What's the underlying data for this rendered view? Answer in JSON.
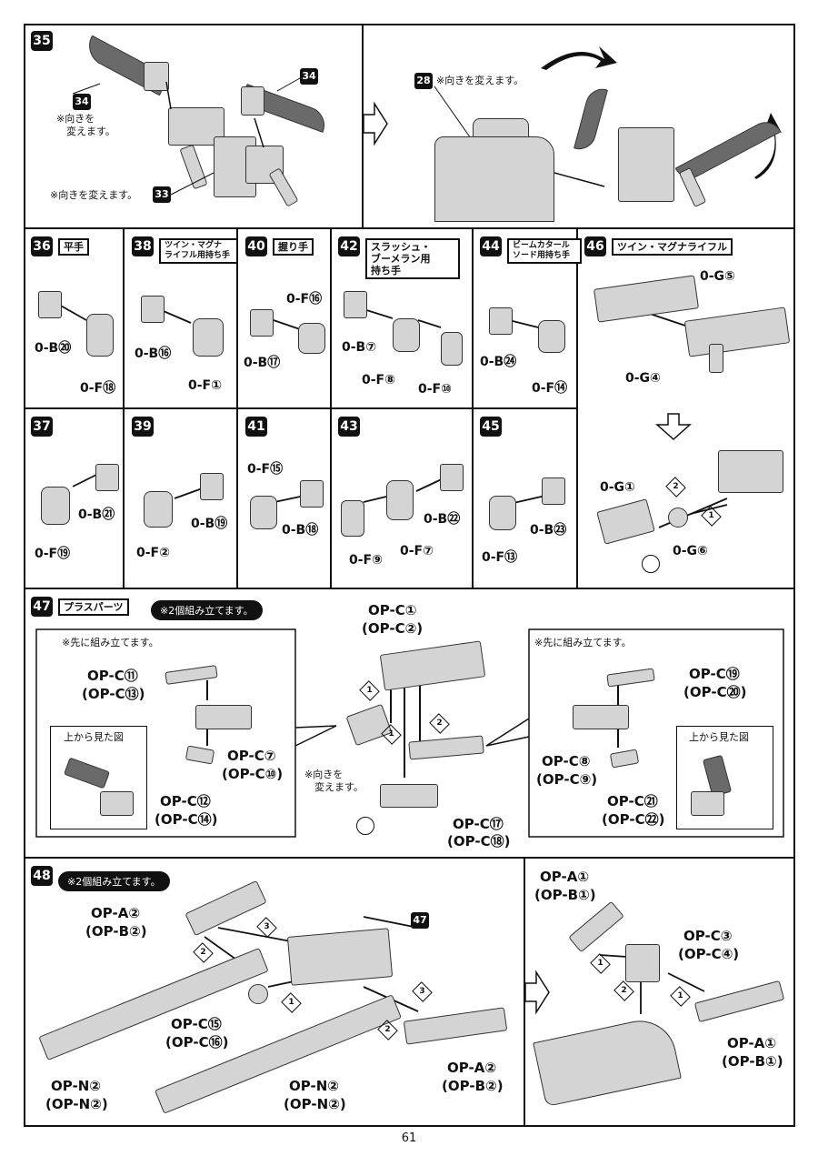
{
  "steps": {
    "s35": {
      "num": "35",
      "labels": {
        "a": "34",
        "b": "34",
        "c": "33",
        "d": "28"
      },
      "note_turn1": "※向きを\n　変えます。",
      "note_turn2": "※向きを変えます。",
      "note_turn3": "※向きを変えます。"
    },
    "s36": {
      "num": "36",
      "title": "平手",
      "parts": [
        "0-B⑳",
        "0-F⑱"
      ]
    },
    "s38": {
      "num": "38",
      "title": "ツイン・マグナ\nライフル用持ち手",
      "parts": [
        "0-B⑯",
        "0-F①"
      ]
    },
    "s40": {
      "num": "40",
      "title": "握り手",
      "parts": [
        "0-F⑯",
        "0-B⑰"
      ]
    },
    "s42": {
      "num": "42",
      "title": "スラッシュ・\nブーメラン用\n持ち手",
      "parts": [
        "0-B⑦",
        "0-F⑧",
        "0-F⑩"
      ]
    },
    "s44": {
      "num": "44",
      "title": "ビームカタール\nソード用持ち手",
      "parts": [
        "0-B㉔",
        "0-F⑭"
      ]
    },
    "s46": {
      "num": "46",
      "title": "ツイン・マグナライフル",
      "parts": [
        "0-G⑤",
        "0-G④",
        "0-G①",
        "0-G⑥"
      ],
      "order": [
        "2",
        "1"
      ]
    },
    "s37": {
      "num": "37",
      "parts": [
        "0-B㉑",
        "0-F⑲"
      ]
    },
    "s39": {
      "num": "39",
      "parts": [
        "0-B⑲",
        "0-F②"
      ]
    },
    "s41": {
      "num": "41",
      "parts": [
        "0-F⑮",
        "0-B⑱"
      ]
    },
    "s43": {
      "num": "43",
      "parts": [
        "0-B㉒",
        "0-F⑨",
        "0-F⑦"
      ]
    },
    "s45": {
      "num": "45",
      "parts": [
        "0-B㉓",
        "0-F⑬"
      ]
    },
    "s47": {
      "num": "47",
      "title": "プラスパーツ",
      "pill": "※2個組み立てます。",
      "left_note": "※先に組み立てます。",
      "right_note": "※先に組み立てます。",
      "top_view": "上から見た図",
      "center_top": [
        "OP-C①",
        "(OP-C②)"
      ],
      "center_bottom": [
        "OP-C⑰",
        "(OP-C⑱)"
      ],
      "center_note": "※向きを\n　変えます。",
      "left_parts": [
        [
          "OP-C⑪",
          "(OP-C⑬)"
        ],
        [
          "OP-C⑦",
          "(OP-C⑩)"
        ],
        [
          "OP-C⑫",
          "(OP-C⑭)"
        ]
      ],
      "right_parts": [
        [
          "OP-C⑲",
          "(OP-C⑳)"
        ],
        [
          "OP-C⑧",
          "(OP-C⑨)"
        ],
        [
          "OP-C㉑",
          "(OP-C㉒)"
        ]
      ],
      "order": [
        "1",
        "1",
        "2"
      ]
    },
    "s48": {
      "num": "48",
      "pill": "※2個組み立てます。",
      "ref": "47",
      "parts": [
        [
          "OP-A②",
          "(OP-B②)"
        ],
        [
          "OP-C⑮",
          "(OP-C⑯)"
        ],
        [
          "OP-N②",
          "(OP-N②)"
        ],
        [
          "OP-N②",
          "(OP-N②)"
        ],
        [
          "OP-A②",
          "(OP-B②)"
        ]
      ],
      "right_parts": [
        [
          "OP-A①",
          "(OP-B①)"
        ],
        [
          "OP-C③",
          "(OP-C④)"
        ],
        [
          "OP-A①",
          "(OP-B①)"
        ]
      ],
      "order": [
        "3",
        "2",
        "1",
        "3",
        "2",
        "1",
        "2",
        "1"
      ]
    }
  },
  "page_number": "61"
}
